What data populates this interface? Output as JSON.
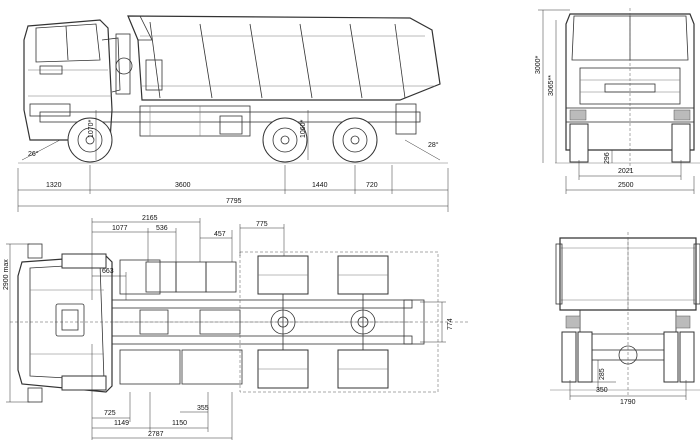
{
  "colors": {
    "line": "#333333",
    "background": "#ffffff"
  },
  "side_view": {
    "angle_front": "26°",
    "angle_rear": "28°",
    "height_front_axle": "1070*",
    "height_rear_axle": "1060*",
    "height_body": "3000*",
    "height_body_alt": "3065**",
    "dim_front_overhang": "1320",
    "dim_wheelbase": "3600",
    "dim_rear_axles": "1440",
    "dim_rear_overhang": "720",
    "dim_total_length": "7795"
  },
  "front_view": {
    "dim_track": "2021",
    "dim_width": "2500",
    "dim_clearance": "296"
  },
  "top_view": {
    "dim_width_max": "2900 max",
    "dim_2165": "2165",
    "dim_1077": "1077",
    "dim_536": "536",
    "dim_457": "457",
    "dim_775": "775",
    "dim_663": "663",
    "dim_774": "774",
    "dim_725": "725",
    "dim_1149": "1149",
    "dim_1150": "1150",
    "dim_355": "355",
    "dim_2787": "2787"
  },
  "rear_view": {
    "dim_285": "285",
    "dim_350": "350",
    "dim_1790": "1790"
  }
}
